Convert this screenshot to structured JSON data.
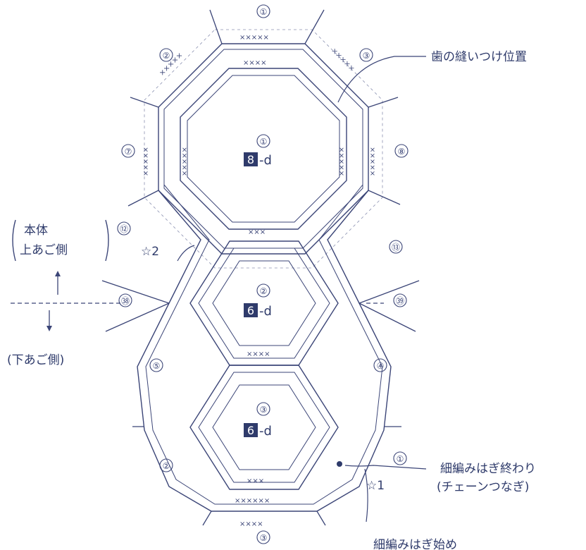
{
  "top_edge_number": "①",
  "bottom_edge_number": "③",
  "edge_numbers": {
    "hex1_upper_left": "②",
    "hex1_upper_right": "③",
    "hex1_left": "⑦",
    "hex1_right": "⑧",
    "upper_left_join": "⑫",
    "upper_right_join": "⑬",
    "mid_left": "㊳",
    "mid_right": "㊴",
    "lower_left": "⑤",
    "lower_right": "④",
    "bottom_left": "②",
    "bottom_right": "①"
  },
  "pieces": [
    {
      "number": "①",
      "badge": "8",
      "suffix": "-d",
      "color": "#2f3b6b"
    },
    {
      "number": "②",
      "badge": "6",
      "suffix": "-d",
      "color": "#2f3b6b"
    },
    {
      "number": "③",
      "badge": "6",
      "suffix": "-d",
      "color": "#2f3b6b"
    }
  ],
  "labels": {
    "teeth_position": "歯の縫いつけ位置",
    "body_line1": "本体",
    "body_line2": "上あご側",
    "lower_jaw_side": "(下あご側)",
    "star2": "☆2",
    "star1": "☆1",
    "join_end_line1": "細編みはぎ終わり",
    "join_end_line2": "(チェーンつなぎ)",
    "join_start": "細編みはぎ始め"
  },
  "stitch_marks": {
    "sc": "×",
    "run5": "×××××",
    "run4": "××××",
    "run6": "××××××",
    "run3": "×××"
  },
  "colors": {
    "line": "#3b4577",
    "accent": "#2f3b6b",
    "background": "#ffffff"
  }
}
